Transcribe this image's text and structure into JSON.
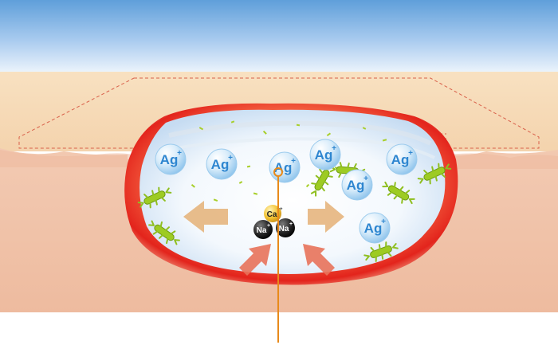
{
  "ions": {
    "silver": {
      "label": "Ag",
      "charge": "+"
    },
    "sodium": {
      "label": "Na",
      "charge": "+"
    },
    "calcium": {
      "label": "Ca",
      "charge": "++"
    }
  },
  "colors": {
    "sky_top": "#5f9fda",
    "sky_bottom": "#eaf2fb",
    "dressing_band": "#f7ddb8",
    "tissue": "#f0c3aa",
    "wound_red": "#e3241c",
    "gel_white": "#ffffff",
    "gel_blue": "#c9dff5",
    "ion_blue": "#2e86d0",
    "ion_black": "#1a1a1a",
    "ion_yellow": "#f2c230",
    "bacteria_green": "#8fbf1f",
    "arrow_tan": "#e6b57e",
    "arrow_salmon": "#e8725a",
    "pointer_orange": "#e88a1a",
    "outline_dashed": "#d9604a"
  },
  "icons": [
    "silver-ion-icon",
    "sodium-ion-icon",
    "calcium-ion-icon",
    "bacteria-icon",
    "absorption-arrow-icon",
    "spread-arrow-icon"
  ]
}
